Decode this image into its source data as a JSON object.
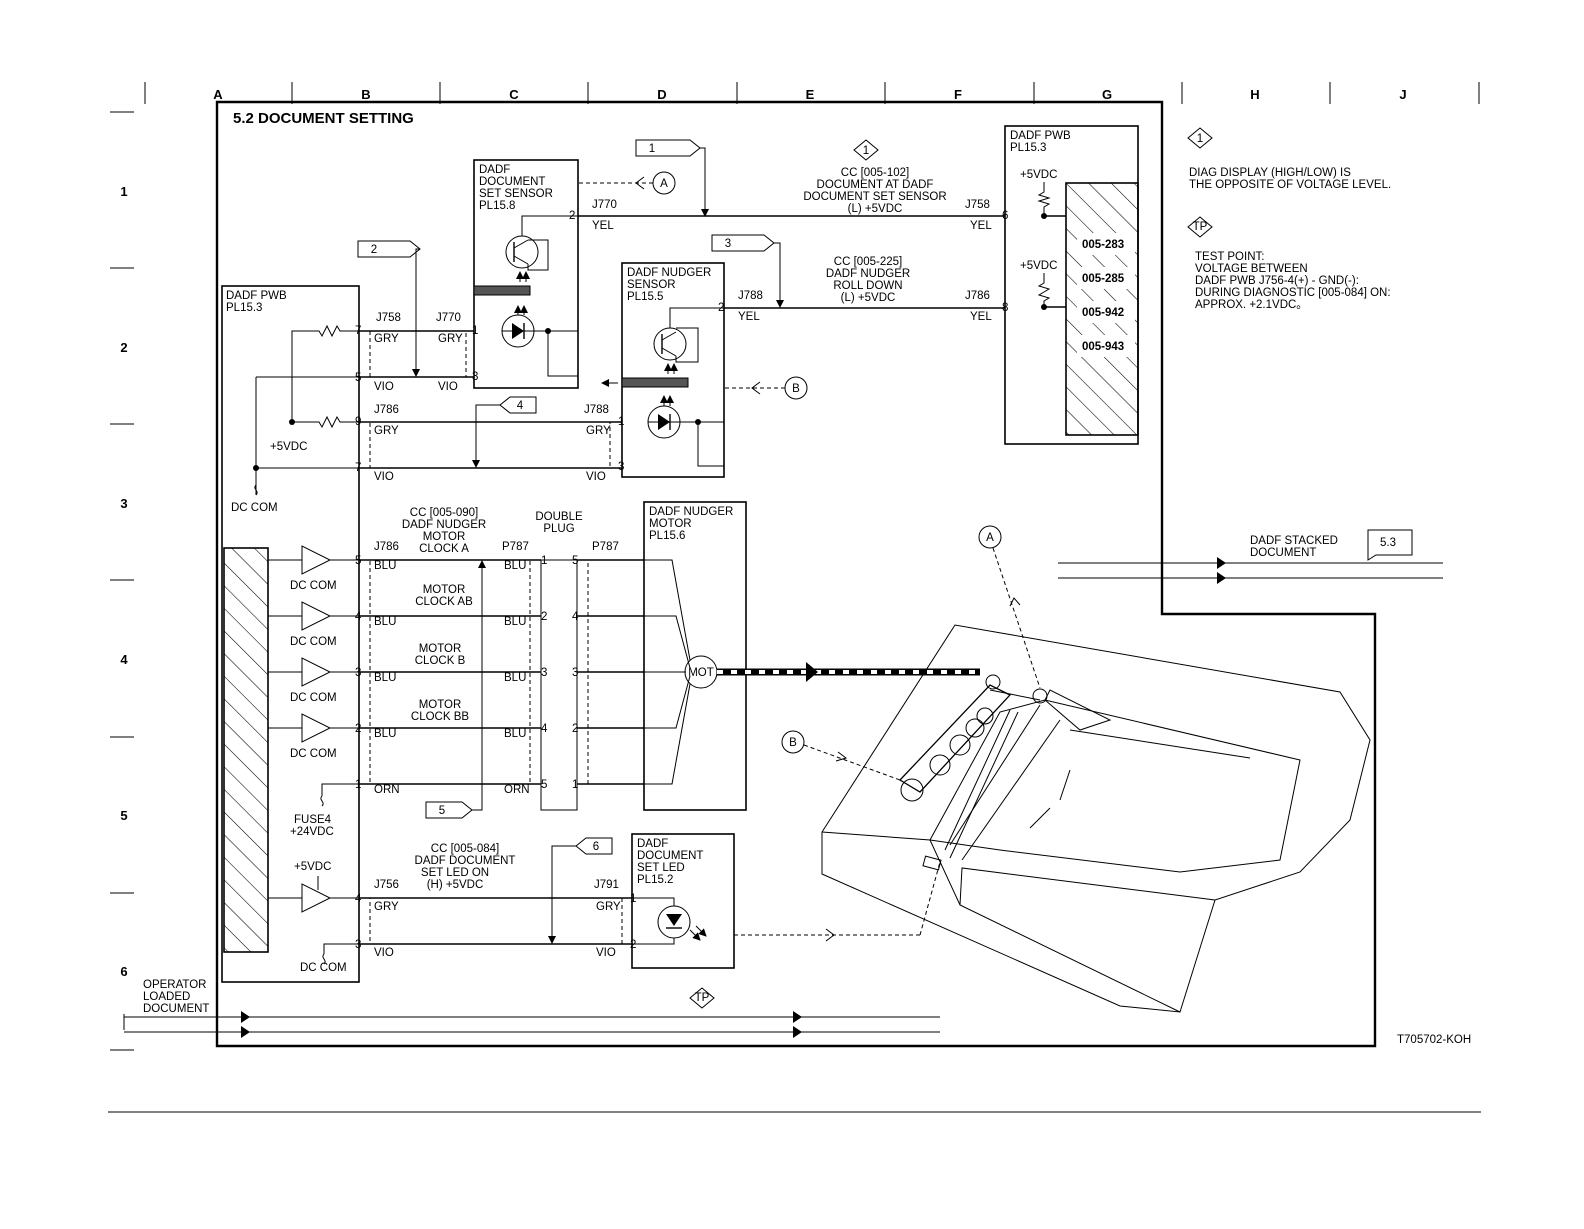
{
  "title": "5.2 DOCUMENT SETTING",
  "columns": [
    "A",
    "B",
    "C",
    "D",
    "E",
    "F",
    "G",
    "H",
    "J"
  ],
  "rows": [
    "1",
    "2",
    "3",
    "4",
    "5",
    "6"
  ],
  "figure_id": "T705702-KOH",
  "components": {
    "set_sensor": [
      "DADF",
      "DOCUMENT",
      "SET SENSOR",
      "PL15.8"
    ],
    "nudger_sensor": [
      "DADF NUDGER",
      "SENSOR",
      "PL15.5"
    ],
    "pwb_right": [
      "DADF PWB",
      "PL15.3"
    ],
    "pwb_left": [
      "DADF PWB",
      "PL15.3"
    ],
    "nudger_motor": [
      "DADF NUDGER",
      "MOTOR",
      "PL15.6"
    ],
    "set_led": [
      "DADF",
      "DOCUMENT",
      "SET LED",
      "PL15.2"
    ],
    "double_plug": [
      "DOUBLE",
      "PLUG"
    ],
    "motor_label": "MOT"
  },
  "signals": {
    "cc_005_102": [
      "CC [005-102]",
      "DOCUMENT AT DADF",
      "DOCUMENT SET SENSOR",
      "(L) +5VDC"
    ],
    "cc_005_225": [
      "CC [005-225]",
      "DADF NUDGER",
      "ROLL DOWN",
      "(L) +5VDC"
    ],
    "cc_005_090": [
      "CC [005-090]",
      "DADF NUDGER",
      "MOTOR",
      "CLOCK A"
    ],
    "motor_clock_ab": [
      "MOTOR",
      "CLOCK AB"
    ],
    "motor_clock_b": [
      "MOTOR",
      "CLOCK B"
    ],
    "motor_clock_bb": [
      "MOTOR",
      "CLOCK BB"
    ],
    "cc_005_084": [
      "CC [005-084]",
      "DADF DOCUMENT",
      "SET LED ON",
      "(H) +5VDC"
    ],
    "fuse": [
      "FUSE4",
      "+24VDC"
    ]
  },
  "connectors": {
    "j758": "J758",
    "j770": "J770",
    "j786": "J786",
    "j788": "J788",
    "p787": "P787",
    "j756": "J756",
    "j791": "J791"
  },
  "wire_colors": {
    "yel": "YEL",
    "gry": "GRY",
    "vio": "VIO",
    "blu": "BLU",
    "orn": "ORN"
  },
  "pins": [
    "1",
    "2",
    "3",
    "4",
    "5",
    "6",
    "7",
    "8",
    "9"
  ],
  "power": {
    "v5": "+5VDC",
    "dccom": "DC COM"
  },
  "fault_codes": [
    "005-283",
    "005-285",
    "005-942",
    "005-943"
  ],
  "callouts": {
    "c1": "1",
    "c2": "2",
    "c3": "3",
    "c4": "4",
    "c5": "5",
    "c6": "6",
    "a": "A",
    "b": "B",
    "tp": "TP"
  },
  "notes": {
    "note1": [
      "DIAG DISPLAY (HIGH/LOW) IS",
      "THE OPPOSITE OF VOLTAGE LEVEL."
    ],
    "tp_note": [
      "TEST POINT:",
      "VOLTAGE BETWEEN",
      "DADF PWB J756-4(+) - GND(-):",
      "DURING DIAGNOSTIC  [005-084]   ON:",
      "APPROX. +2.1VDC。"
    ]
  },
  "flows": {
    "stacked": [
      "DADF STACKED",
      "DOCUMENT"
    ],
    "stacked_ref": "5.3",
    "operator": [
      "OPERATOR",
      "LOADED",
      "DOCUMENT"
    ]
  }
}
